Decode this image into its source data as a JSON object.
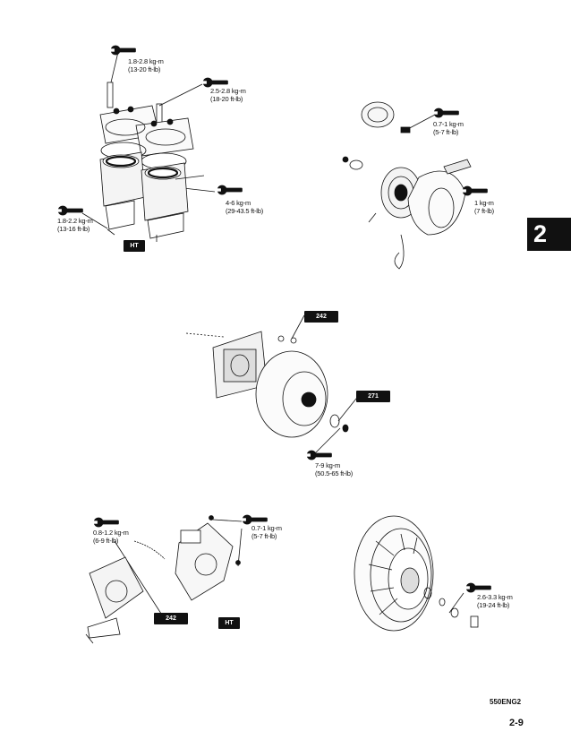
{
  "chapter_tab": "2",
  "torques": {
    "cyl_top": [
      "1.8-2.8 kg-m",
      "(13-20 ft-lb)"
    ],
    "cyl_plug": [
      "2.5-2.8 kg-m",
      "(18-20 ft-lb)"
    ],
    "cyl_base": [
      "4-6 kg-m",
      "(29-43.5 ft-lb)"
    ],
    "cyl_left": [
      "1.8-2.2 kg-m",
      "(13-16 ft-lb)"
    ],
    "starter_a": [
      "0.7-1 kg-m",
      "(5-7 ft-lb)"
    ],
    "starter_b": [
      "1 kg-m",
      "(7 ft-lb)"
    ],
    "magneto": [
      "7-9 kg-m",
      "(50.5-65 ft-lb)"
    ],
    "pump_a": [
      "0.8-1.2 kg-m",
      "(6-9 ft-lb)"
    ],
    "pump_b": [
      "0.7-1 kg-m",
      "(5-7 ft-lb)"
    ],
    "pulley": [
      "2.6-3.3 kg-m",
      "(19-24 ft-lb)"
    ]
  },
  "tags": {
    "ht1": "HT",
    "ht2": "HT",
    "loctite242a": "242",
    "loctite271": "271",
    "loctite242b": "242"
  },
  "footer": {
    "doc_code": "550ENG2",
    "page_number": "2-9"
  }
}
